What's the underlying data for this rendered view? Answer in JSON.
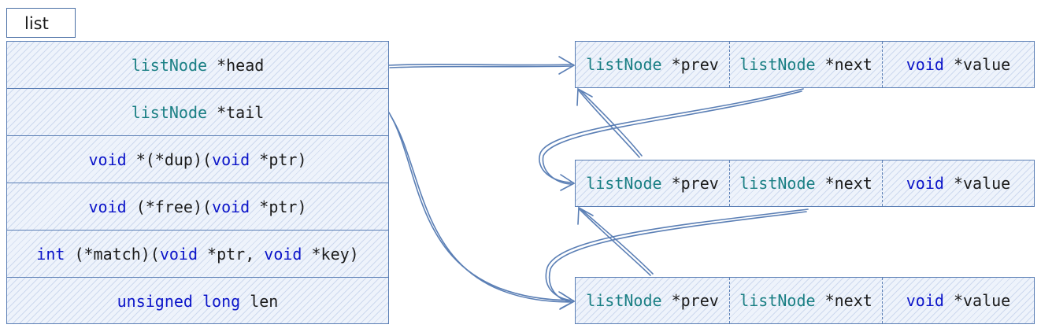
{
  "list": {
    "title": "list",
    "fields": [
      {
        "type": "listNode",
        "decl": " *head",
        "pre_kw": "",
        "tail": ""
      },
      {
        "type": "listNode",
        "decl": " *tail",
        "pre_kw": "",
        "tail": ""
      }
    ],
    "fn_fields": [
      {
        "parts": [
          [
            "k",
            "void"
          ],
          [
            "p",
            " *(*dup)("
          ],
          [
            "k",
            "void"
          ],
          [
            "p",
            " *ptr)"
          ]
        ]
      },
      {
        "parts": [
          [
            "k",
            "void"
          ],
          [
            "p",
            " (*free)("
          ],
          [
            "k",
            "void"
          ],
          [
            "p",
            " *ptr)"
          ]
        ]
      },
      {
        "parts": [
          [
            "k",
            "int"
          ],
          [
            "p",
            " (*match)("
          ],
          [
            "k",
            "void"
          ],
          [
            "p",
            " *ptr, "
          ],
          [
            "k",
            "void"
          ],
          [
            "p",
            " *key)"
          ]
        ]
      },
      {
        "parts": [
          [
            "k",
            "unsigned long"
          ],
          [
            "p",
            " len"
          ]
        ]
      }
    ]
  },
  "node": {
    "prev_type": "listNode",
    "prev_name": " *prev",
    "next_type": "listNode",
    "next_name": " *next",
    "value_type": "void",
    "value_name": " *value"
  },
  "colors": {
    "type_teal": "#1a7f84",
    "keyword_blue": "#0b14c9",
    "border": "#5b7fb5",
    "arrow": "#5b7fb5"
  }
}
